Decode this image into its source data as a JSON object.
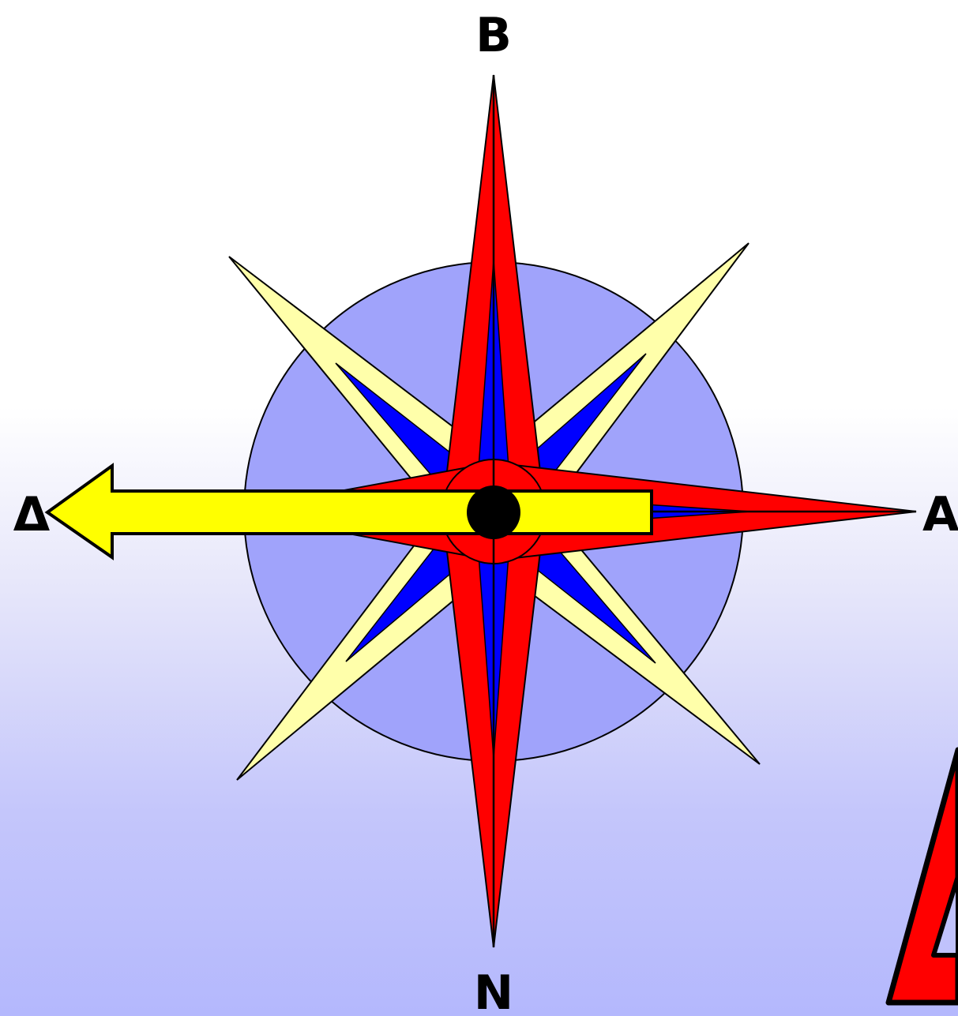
{
  "compass": {
    "labels": {
      "north_top": "B",
      "south_bottom": "N",
      "east_right": "A",
      "west_left": "Δ"
    },
    "arrow_direction": "west",
    "corner_symbol": "Δ",
    "colors": {
      "background_top": "#ffffff",
      "background_bottom": "#b4b8fd",
      "disc": "#a0a3fb",
      "long_points_outer": "#ff0000",
      "long_points_inner": "#0000ff",
      "diagonal_points_outer": "#ffffaa",
      "diagonal_points_inner": "#0000ff",
      "arrow_fill": "#ffff00",
      "center_ring": "#ff0000",
      "center_dot": "#000000",
      "corner_symbol": "#ff0000"
    }
  }
}
